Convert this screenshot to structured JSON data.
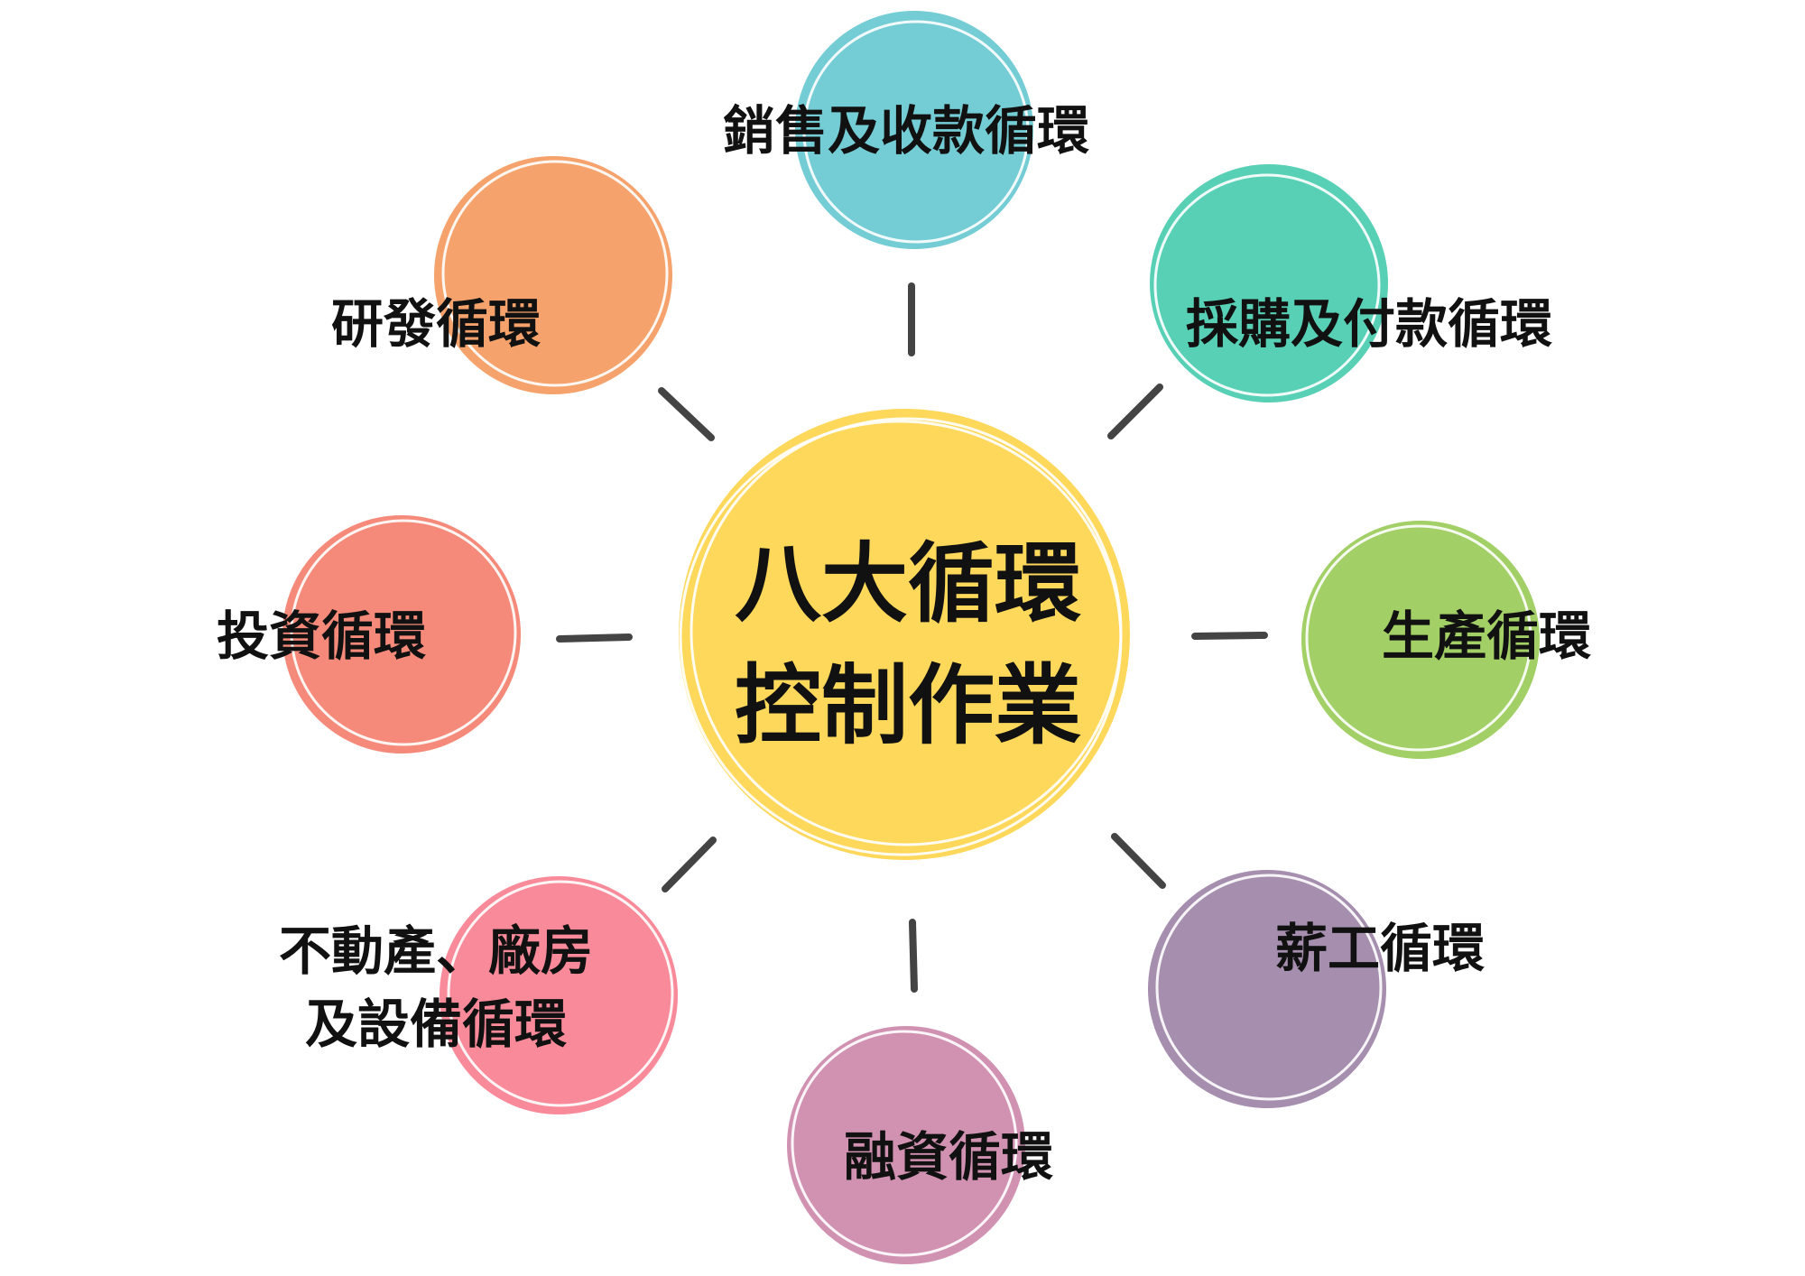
{
  "center": {
    "line1": "八大循環",
    "line2": "控制作業",
    "color": "#FDD85B"
  },
  "cycles": [
    {
      "label": "銷售及收款循環",
      "color": "#74CCD4"
    },
    {
      "label": "採購及付款循環",
      "color": "#58D0B6"
    },
    {
      "label": "生產循環",
      "color": "#A2CF66"
    },
    {
      "label": "薪工循環",
      "color": "#A58EAE"
    },
    {
      "label": "融資循環",
      "color": "#D192B2"
    },
    {
      "label_line1": "不動產、廠房",
      "label_line2": "及設備循環",
      "color": "#F98A9A"
    },
    {
      "label": "投資循環",
      "color": "#F58A7A"
    },
    {
      "label": "研發循環",
      "color": "#F5A26C"
    }
  ]
}
